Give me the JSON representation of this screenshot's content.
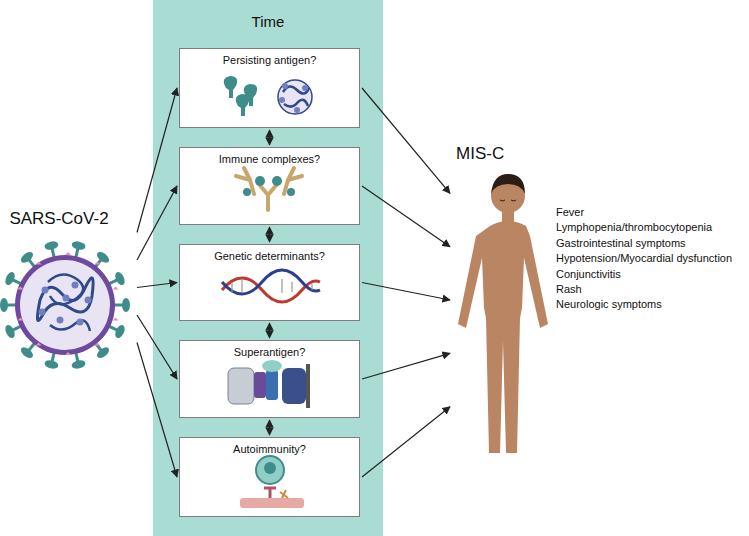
{
  "diagram": {
    "nodes": [
      {
        "text": [
          "SARS-CoV-2"
        ]
      },
      {
        "text": [
          "Time"
        ]
      },
      {
        "text": [
          "Persisting antigen?"
        ],
        "in": 1
      },
      {
        "text": [
          "Immune complexes?"
        ],
        "in": 1
      },
      {
        "text": [
          "Genetic determinants?"
        ],
        "in": 1
      },
      {
        "text": [
          "Superantigen?"
        ],
        "in": 1
      },
      {
        "text": [
          "Autoimmunity?"
        ],
        "in": 1
      },
      {
        "text": [
          "MIS-C",
          "Fever",
          "Lymphopenia/thrombocytopenia",
          "Gastrointestinal symptoms",
          "Hypotension/Myocardial dysfunction",
          "Conjunctivitis",
          "Rash",
          "Neurologic symptoms"
        ]
      }
    ],
    "edges": [
      {
        "from": 0,
        "to": 2,
        "arrow": "to"
      },
      {
        "from": 0,
        "to": 3,
        "arrow": "to"
      },
      {
        "from": 0,
        "to": 4,
        "arrow": "to"
      },
      {
        "from": 0,
        "to": 5,
        "arrow": "to"
      },
      {
        "from": 0,
        "to": 6,
        "arrow": "to"
      },
      {
        "from": 2,
        "to": 3,
        "arrow": "both"
      },
      {
        "from": 3,
        "to": 4,
        "arrow": "both"
      },
      {
        "from": 4,
        "to": 5,
        "arrow": "both"
      },
      {
        "from": 5,
        "to": 6,
        "arrow": "both"
      },
      {
        "from": 2,
        "to": 7,
        "arrow": "to"
      },
      {
        "from": 3,
        "to": 7,
        "arrow": "to"
      },
      {
        "from": 4,
        "to": 7,
        "arrow": "to"
      },
      {
        "from": 5,
        "to": 7,
        "arrow": "to"
      },
      {
        "from": 6,
        "to": 7,
        "arrow": "to"
      }
    ]
  }
}
